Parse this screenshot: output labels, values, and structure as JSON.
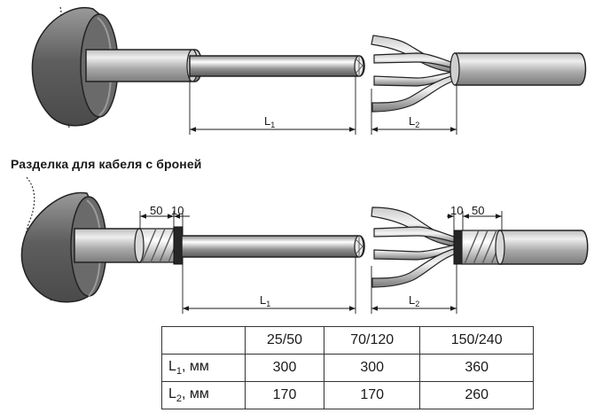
{
  "diagram": {
    "section_title": "Разделка для кабеля с броней",
    "top": {
      "l1": "L",
      "l1_sub": "1",
      "l2": "L",
      "l2_sub": "2"
    },
    "bottom": {
      "left_50": "50",
      "left_10": "10",
      "right_10": "10",
      "right_50": "50",
      "l1": "L",
      "l1_sub": "1",
      "l2": "L",
      "l2_sub": "2"
    }
  },
  "table": {
    "columns": [
      "25/50",
      "70/120",
      "150/240"
    ],
    "rows": [
      {
        "label": "L",
        "sub": "1",
        "unit": ", мм",
        "values": [
          "300",
          "300",
          "360"
        ]
      },
      {
        "label": "L",
        "sub": "2",
        "unit": ", мм",
        "values": [
          "170",
          "170",
          "260"
        ]
      }
    ]
  }
}
